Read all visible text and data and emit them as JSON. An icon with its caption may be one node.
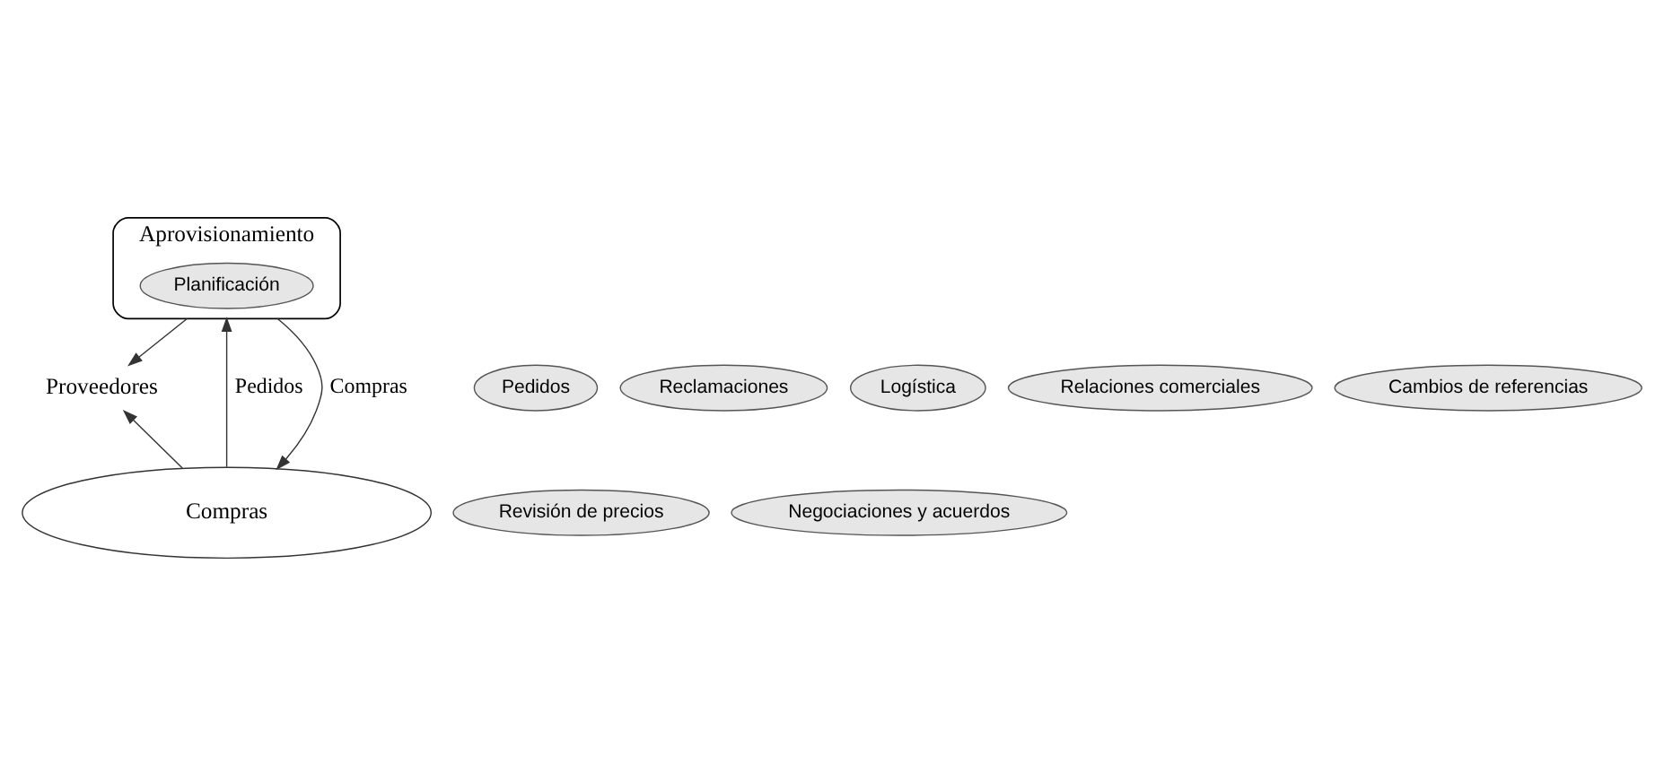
{
  "diagram": {
    "nodes": [
      {
        "text": [
          "Aprovisionamiento"
        ]
      },
      {
        "text": [
          "Planificación"
        ],
        "in": 0
      },
      {
        "text": [
          "Pedidos"
        ]
      },
      {
        "text": [
          "Reclamaciones"
        ]
      },
      {
        "text": [
          "Logística"
        ]
      },
      {
        "text": [
          "Proveedores"
        ]
      },
      {
        "text": [
          "Relaciones comerciales"
        ]
      },
      {
        "text": [
          "Cambios de referencias"
        ]
      },
      {
        "text": [
          "Revisión de precios"
        ]
      },
      {
        "text": [
          "Compras"
        ]
      },
      {
        "text": [
          "Negociaciones y acuerdos"
        ]
      }
    ],
    "edges": [
      {
        "from": 0,
        "to": 5,
        "arrow": "to"
      },
      {
        "from": 9,
        "to": 5,
        "arrow": "to"
      },
      {
        "from": 9,
        "to": 0,
        "arrow": "to",
        "label": "Pedidos"
      },
      {
        "from": 0,
        "to": 9,
        "arrow": "to",
        "label": "Compras"
      }
    ]
  }
}
